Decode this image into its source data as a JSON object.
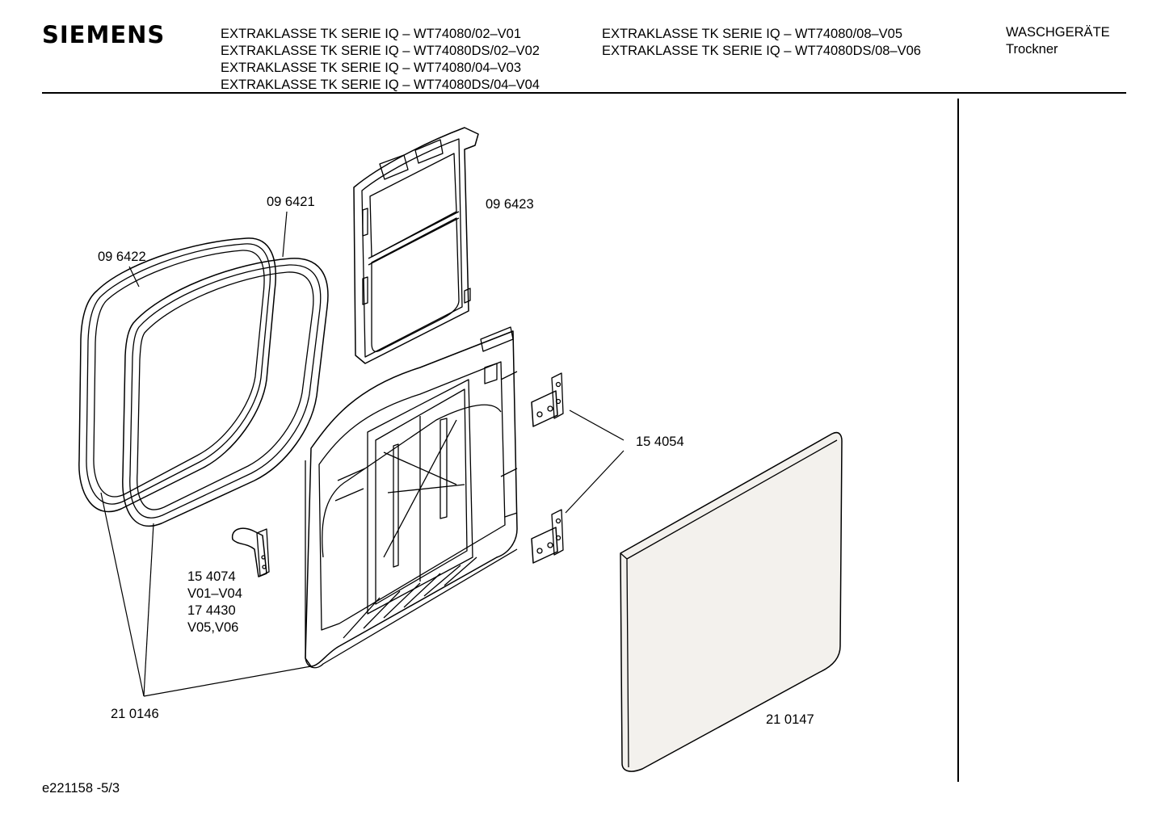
{
  "brand": "SIEMENS",
  "models_left": [
    "EXTRAKLASSE TK SERIE IQ – WT74080/02–V01",
    "EXTRAKLASSE TK SERIE IQ – WT74080DS/02–V02",
    "EXTRAKLASSE TK SERIE IQ – WT74080/04–V03",
    "EXTRAKLASSE TK SERIE IQ – WT74080DS/04–V04"
  ],
  "models_right": [
    "EXTRAKLASSE TK SERIE IQ – WT74080/08–V05",
    "EXTRAKLASSE TK SERIE IQ – WT74080DS/08–V06"
  ],
  "category": {
    "main": "WASCHGERÄTE",
    "sub": "Trockner"
  },
  "parts": {
    "p096421": "09 6421",
    "p096422": "09 6422",
    "p096423": "09 6423",
    "p154054": "15 4054",
    "p154074": "15 4074",
    "v01v04": "V01–V04",
    "p174430": "17 4430",
    "v05v06": "V05,V06",
    "p210146": "21 0146",
    "p210147": "21 0147"
  },
  "footer": "e221158 -5/3"
}
